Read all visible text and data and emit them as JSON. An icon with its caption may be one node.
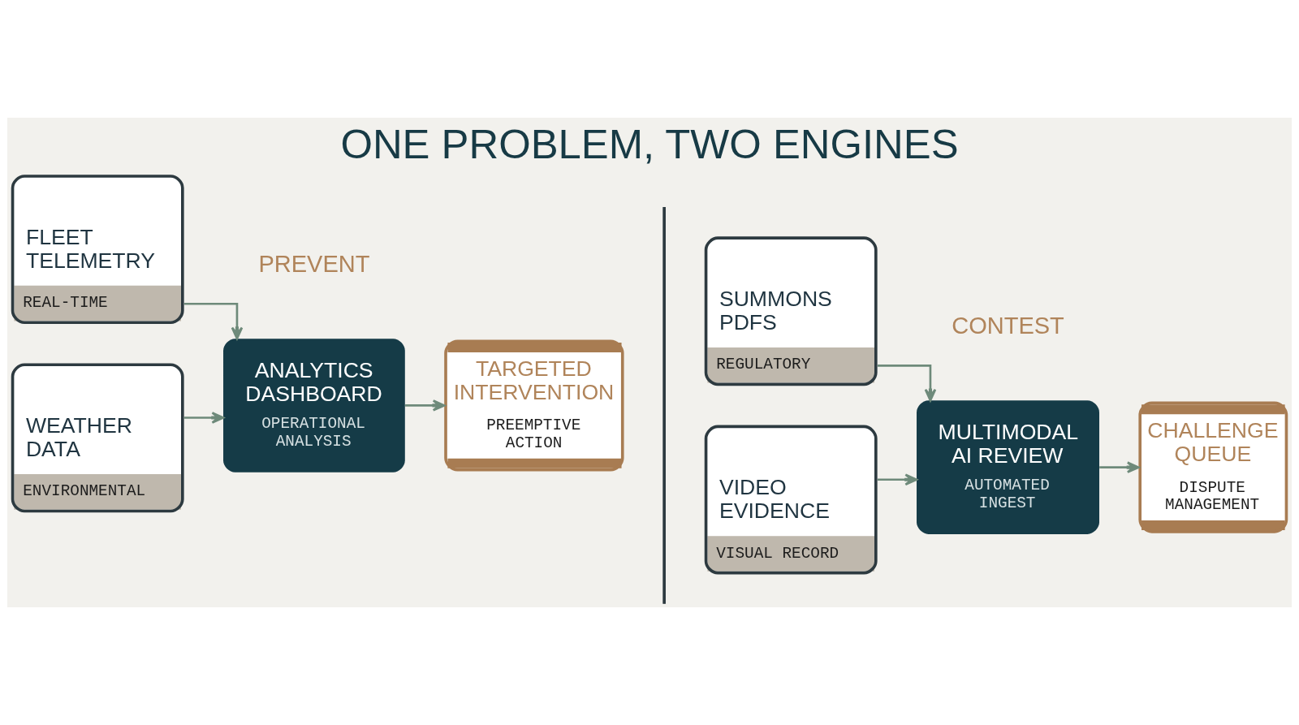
{
  "diagram": {
    "title": "ONE PROBLEM, TWO ENGINES",
    "nodes": [
      {
        "text": [
          "FLEET TELEMETRY",
          "REAL-TIME"
        ]
      },
      {
        "text": [
          "WEATHER DATA",
          "ENVIRONMENTAL"
        ]
      },
      {
        "text": [
          "ANALYTICS DASHBOARD",
          "OPERATIONAL ANALYSIS"
        ]
      },
      {
        "text": [
          "TARGETED INTERVENTION",
          "PREEMPTIVE ACTION"
        ]
      },
      {
        "text": [
          "SUMMONS PDFS",
          "REGULATORY"
        ]
      },
      {
        "text": [
          "VIDEO EVIDENCE",
          "VISUAL RECORD"
        ]
      },
      {
        "text": [
          "MULTIMODAL AI REVIEW",
          "AUTOMATED INGEST"
        ]
      },
      {
        "text": [
          "CHALLENGE QUEUE",
          "DISPUTE MANAGEMENT"
        ]
      }
    ],
    "edges": [
      {
        "from": 0,
        "to": 2,
        "arrow": "to"
      },
      {
        "from": 1,
        "to": 2,
        "arrow": "to"
      },
      {
        "from": 2,
        "to": 3,
        "arrow": "to"
      },
      {
        "from": 4,
        "to": 6,
        "arrow": "to"
      },
      {
        "from": 5,
        "to": 6,
        "arrow": "to"
      },
      {
        "from": 6,
        "to": 7,
        "arrow": "to"
      }
    ],
    "labels": [
      "PREVENT",
      "CONTEST"
    ]
  }
}
